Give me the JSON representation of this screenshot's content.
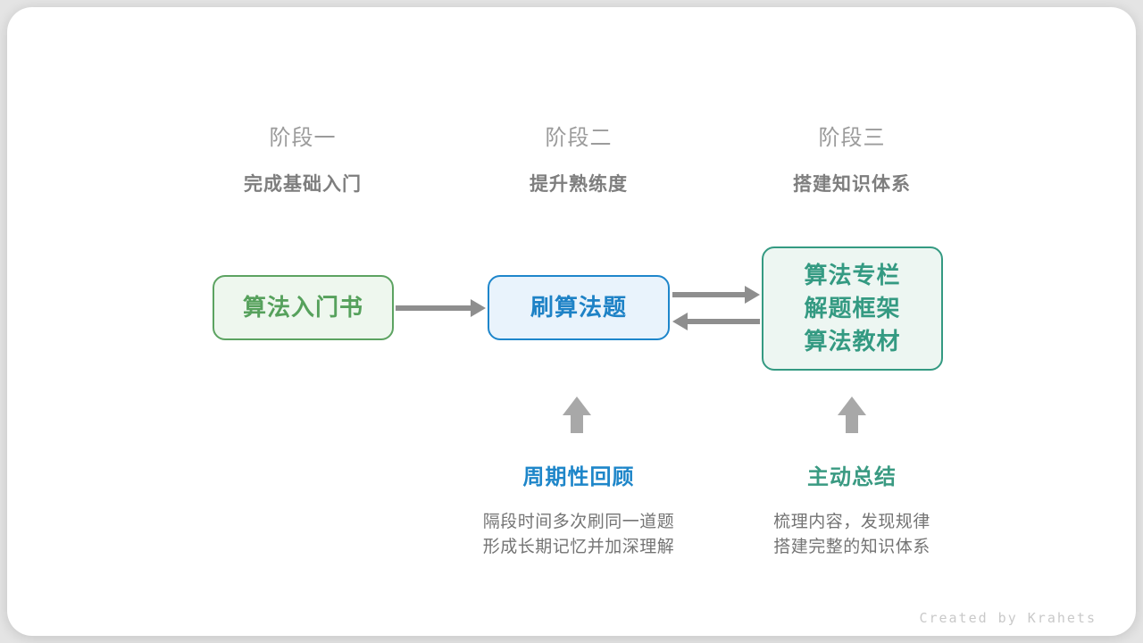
{
  "stages": [
    {
      "label": "阶段一",
      "subtitle": "完成基础入门"
    },
    {
      "label": "阶段二",
      "subtitle": "提升熟练度"
    },
    {
      "label": "阶段三",
      "subtitle": "搭建知识体系"
    }
  ],
  "nodes": {
    "intro": {
      "lines": [
        "算法入门书"
      ],
      "color": "#56a15c",
      "border": "#5ca361",
      "background": "#eef7ee"
    },
    "practice": {
      "lines": [
        "刷算法题"
      ],
      "color": "#1e82c6",
      "border": "#1e86cb",
      "background": "#e9f3fc"
    },
    "system": {
      "lines": [
        "算法专栏",
        "解题框架",
        "算法教材"
      ],
      "color": "#349a82",
      "border": "#349a82",
      "background": "#edf6f2"
    }
  },
  "annotations": {
    "review": {
      "title": "周期性回顾",
      "title_color": "#1e86c9",
      "line1": "隔段时间多次刷同一道题",
      "line2": "形成长期记忆并加深理解"
    },
    "summary": {
      "title": "主动总结",
      "title_color": "#3a9a82",
      "line1": "梳理内容，发现规律",
      "line2": "搭建完整的知识体系"
    }
  },
  "colors": {
    "connector_arrow": "#8e8e8e",
    "up_arrow": "#a8a8a8",
    "stage_label": "#9b9b9b",
    "stage_subtitle": "#7e7e7e",
    "description_text": "#747474"
  },
  "footer": {
    "credit": "Created by Krahets"
  }
}
